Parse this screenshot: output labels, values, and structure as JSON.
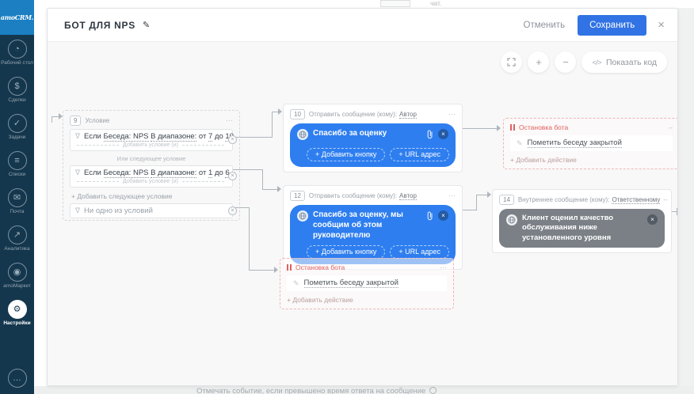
{
  "chrome": {
    "behind_top_text": "чат.",
    "behind_bottom_text": "Отмечать событие, если превышено время ответа на сообщение"
  },
  "sidebar": {
    "logo": "amoCRM.",
    "items": [
      {
        "label": "Рабочий стол",
        "glyph": "◔"
      },
      {
        "label": "Сделки",
        "glyph": "$"
      },
      {
        "label": "Задачи",
        "glyph": "✓"
      },
      {
        "label": "Списки",
        "glyph": "≡"
      },
      {
        "label": "Почта",
        "glyph": "✉"
      },
      {
        "label": "Аналитика",
        "glyph": "↗"
      },
      {
        "label": "amoМаркет",
        "glyph": "◉"
      },
      {
        "label": "Настройки",
        "glyph": "⚙"
      }
    ],
    "chat_glyph": "…"
  },
  "header": {
    "title": "БОТ ДЛЯ NPS",
    "edit_glyph": "✎",
    "cancel_label": "Отменить",
    "save_label": "Сохранить",
    "close_glyph": "×"
  },
  "toolbar": {
    "zoom_in": "+",
    "zoom_out": "−",
    "code_glyph": "</>",
    "show_code_label": "Показать код"
  },
  "icons": {
    "funnel_glyph": "∇",
    "pencil_glyph": "✎",
    "delete_glyph": "×"
  },
  "condition_node": {
    "id": "9",
    "label": "Условие",
    "menu_glyph": "⋯",
    "rows": [
      {
        "prefix": "Если",
        "field": "Беседа: NPS",
        "op": "В диапазоне:",
        "from_word": "от",
        "from": "7",
        "to_word": "до",
        "to": "10"
      },
      {
        "prefix": "Если",
        "field": "Беседа: NPS",
        "op": "В диапазоне:",
        "from_word": "от",
        "from": "1",
        "to_word": "до",
        "to": "6"
      }
    ],
    "add_condition_label": "Добавить условие (и)",
    "or_divider_label": "Или следующее условие",
    "add_next_label": "+ Добавить следующее условие",
    "none_label": "Ни одно из условий"
  },
  "message_node_1": {
    "id": "10",
    "label": "Отправить сообщение (кому):",
    "recipient": "Автор",
    "menu_glyph": "⋯",
    "text": "Спасибо за оценку",
    "button_pill": "+ Добавить кнопку",
    "url_pill": "+ URL адрес"
  },
  "message_node_2": {
    "id": "12",
    "label": "Отправить сообщение (кому):",
    "recipient": "Автор",
    "menu_glyph": "⋯",
    "text": "Спасибо за оценку, мы сообщим об этом руководителю",
    "button_pill": "+ Добавить кнопку",
    "url_pill": "+ URL адрес"
  },
  "internal_node": {
    "id": "14",
    "label": "Внутреннее сообщение (кому):",
    "recipient": "Ответственному",
    "menu_glyph": "–",
    "text": "Клиент оценил качество обслуживания ниже установленного уровня"
  },
  "stop_node_1": {
    "label": "Остановка бота",
    "menu_glyph": "–",
    "action": "Пометить беседу закрытой",
    "add_action_label": "+ Добавить действие"
  },
  "stop_node_2": {
    "label": "Остановка бота",
    "menu_glyph": "⋯",
    "action": "Пометить беседу закрытой",
    "add_action_label": "+ Добавить действие"
  },
  "colors": {
    "brand_blue": "#1b7fc2",
    "sidebar_navy": "#14374e",
    "accent_blue": "#2e7ef0",
    "save_blue": "#3173e4",
    "danger_red": "#e0605f",
    "bubble_gray": "#7b8086"
  }
}
